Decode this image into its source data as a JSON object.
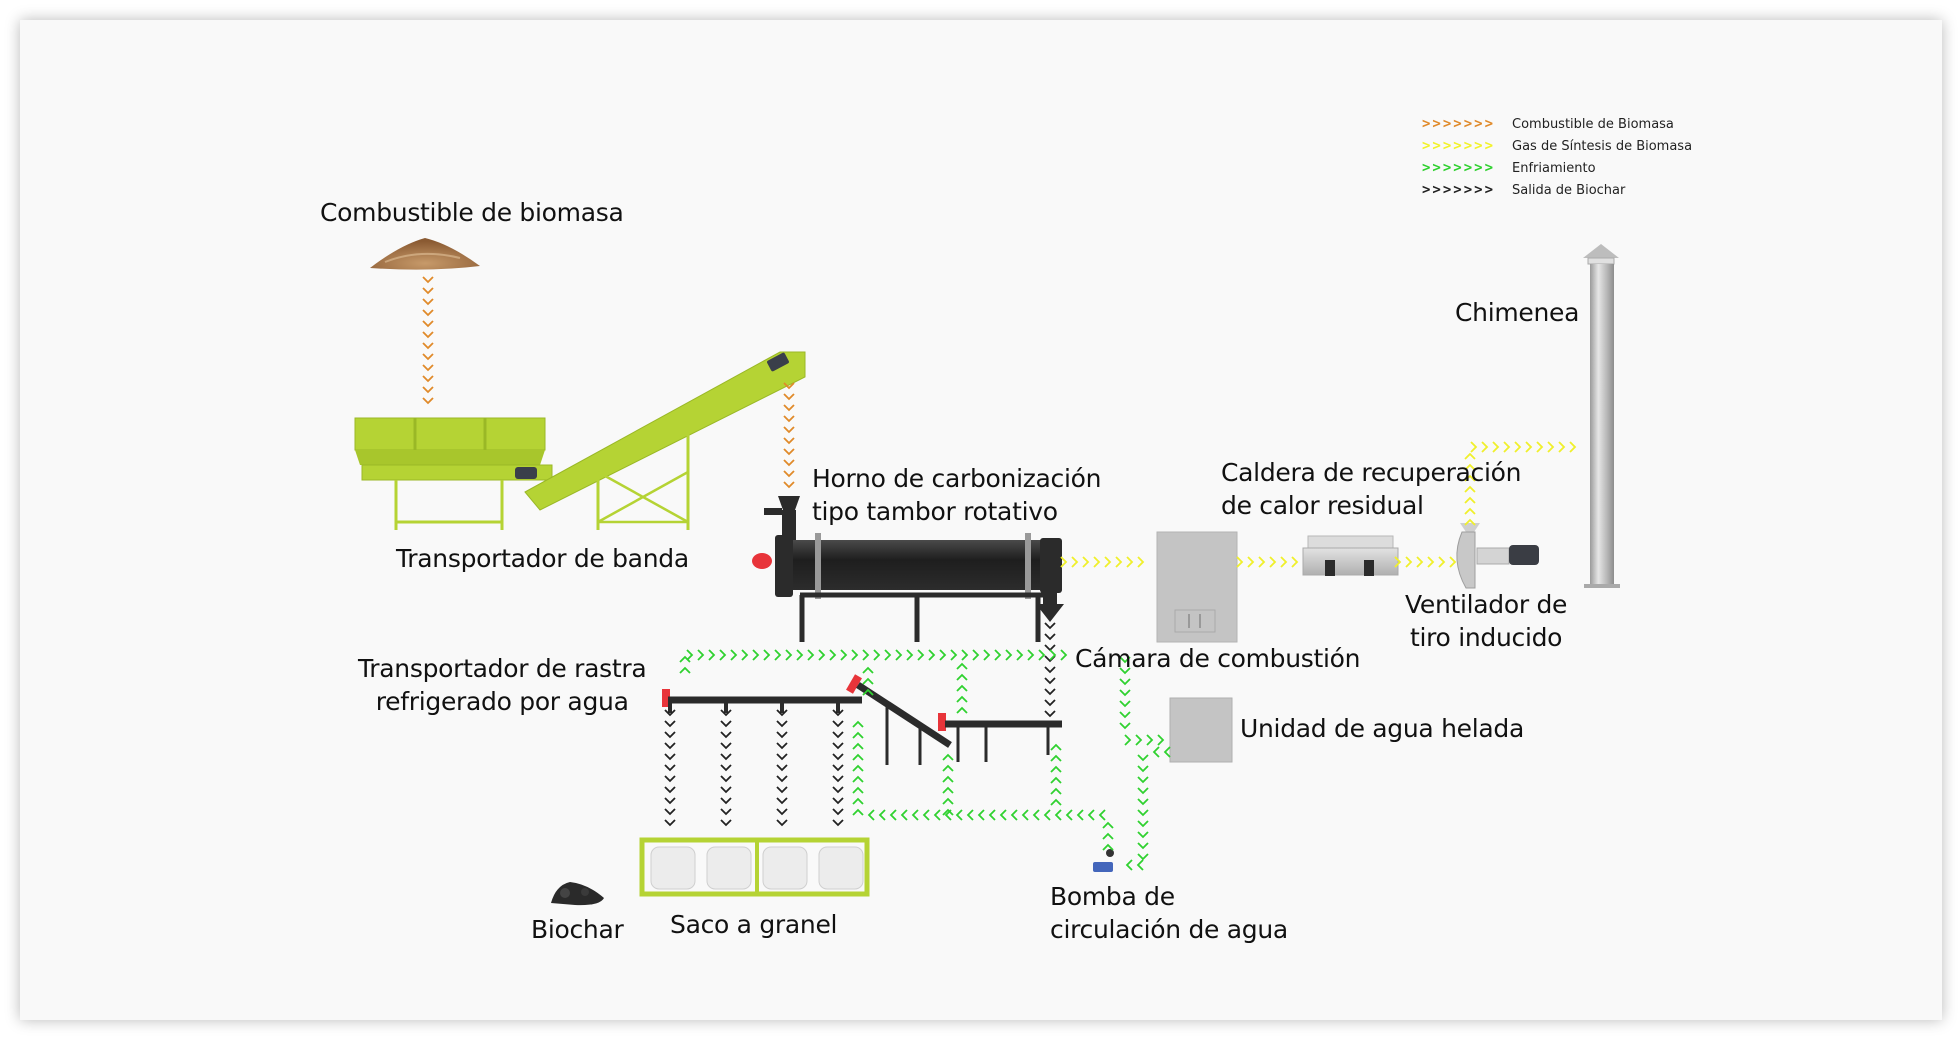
{
  "colors": {
    "biomass_fuel": "#e08a2a",
    "syngas": "#e8e82a",
    "cooling": "#2fd12f",
    "biochar": "#222222",
    "equipment_green": "#b5d334",
    "equipment_dark": "#2b2b2b",
    "equipment_gray": "#c4c4c4",
    "accent_red": "#e8343a",
    "background": "#f9f9f9"
  },
  "legend": [
    {
      "key": "biomass_fuel",
      "arrows": ">>>>>>>",
      "label": "Combustible de Biomasa"
    },
    {
      "key": "syngas",
      "arrows": ">>>>>>>",
      "label": "Gas de Síntesis de Biomasa"
    },
    {
      "key": "cooling",
      "arrows": ">>>>>>>",
      "label": "Enfriamiento"
    },
    {
      "key": "biochar",
      "arrows": ">>>>>>>",
      "label": "Salida de Biochar"
    }
  ],
  "labels": {
    "biomass_fuel": "Combustible de biomasa",
    "belt_conveyor": "Transportador de banda",
    "kiln": "Horno de carbonización\ntipo tambor rotativo",
    "heat_boiler": "Caldera de recuperación\nde calor residual",
    "chimney": "Chimenea",
    "fan": "Ventilador de\ntiro inducido",
    "combustion_chamber": "Cámara de combustión",
    "drag_conveyor": "Transportador de rastra\nrefrigerado por agua",
    "chilled_water": "Unidad de agua helada",
    "pump": "Bomba de\ncirculación de agua",
    "biochar": "Biochar",
    "bulk_bag": "Saco a granel"
  }
}
